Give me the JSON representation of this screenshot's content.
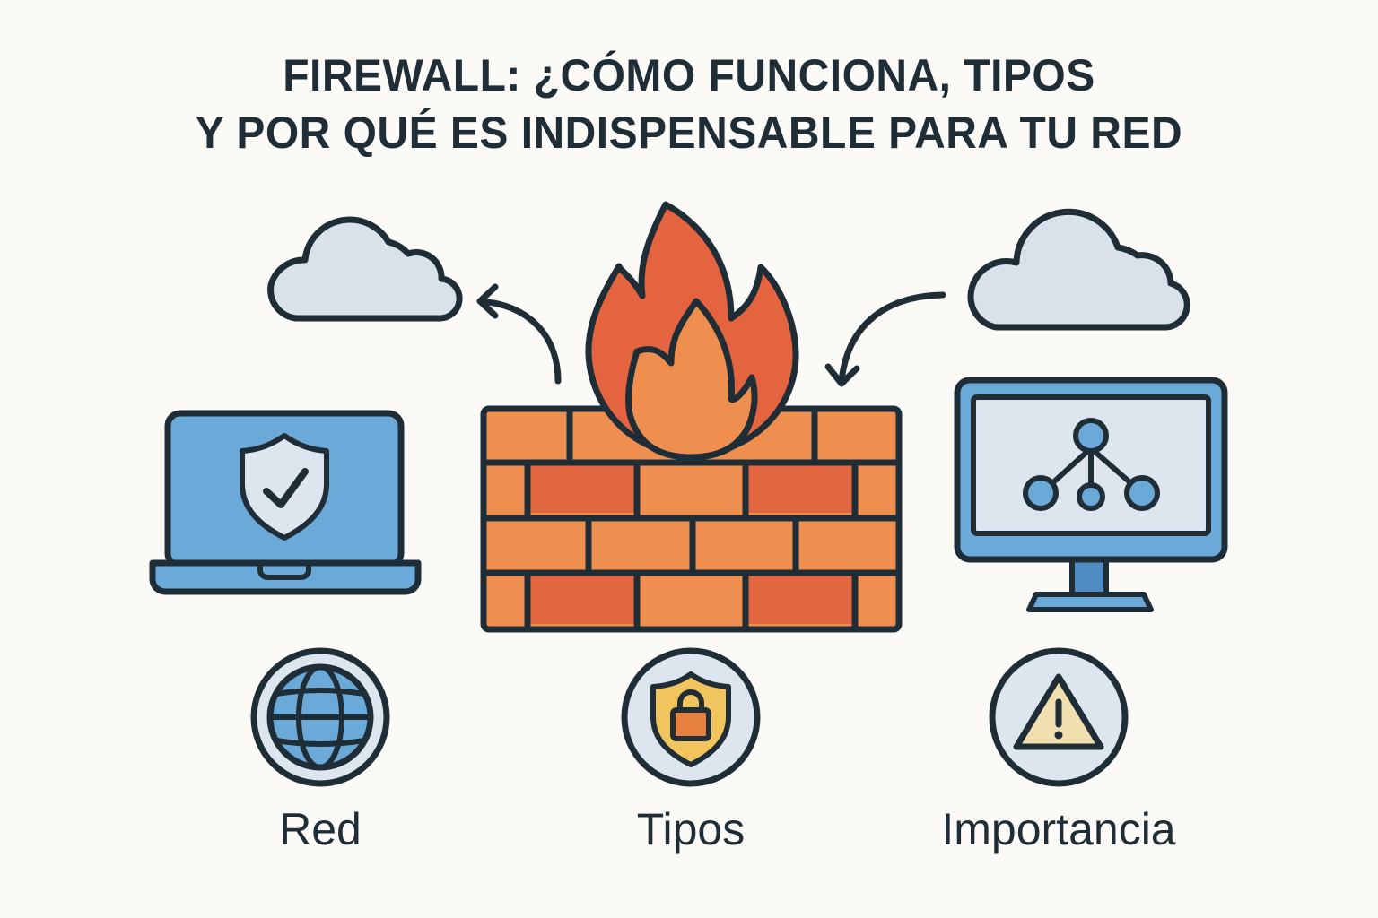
{
  "title": {
    "line1": "FIREWALL: ¿CÓMO FUNCIONA, TIPOS",
    "line2": "Y POR QUÉ ES INDISPENSABLE PARA TU RED"
  },
  "illustrations": {
    "left_cloud": "cloud-icon",
    "right_cloud": "cloud-icon",
    "outgoing_arrow": "curved-arrow-left-icon",
    "incoming_arrow": "curved-arrow-down-icon",
    "laptop": "laptop-shield-check-icon",
    "firewall": "brick-wall-flame-icon",
    "monitor": "monitor-network-icon"
  },
  "features": [
    {
      "label": "Red",
      "icon": "globe-icon"
    },
    {
      "label": "Tipos",
      "icon": "shield-lock-icon"
    },
    {
      "label": "Importancia",
      "icon": "warning-triangle-icon"
    }
  ],
  "colors": {
    "background": "#fcfaf6",
    "outline": "#1f2d36",
    "blue": "#6aa9d8",
    "light_blue": "#dde6ef",
    "cloud_fill": "#d9e2ea",
    "brick_light": "#ef8f4f",
    "brick_dark": "#e2663f",
    "flame_outer": "#e4643f",
    "flame_inner": "#ef8f4f",
    "shield_yellow": "#f1c45e",
    "lock_orange": "#e68140",
    "warning_fill": "#f1dfb0"
  }
}
